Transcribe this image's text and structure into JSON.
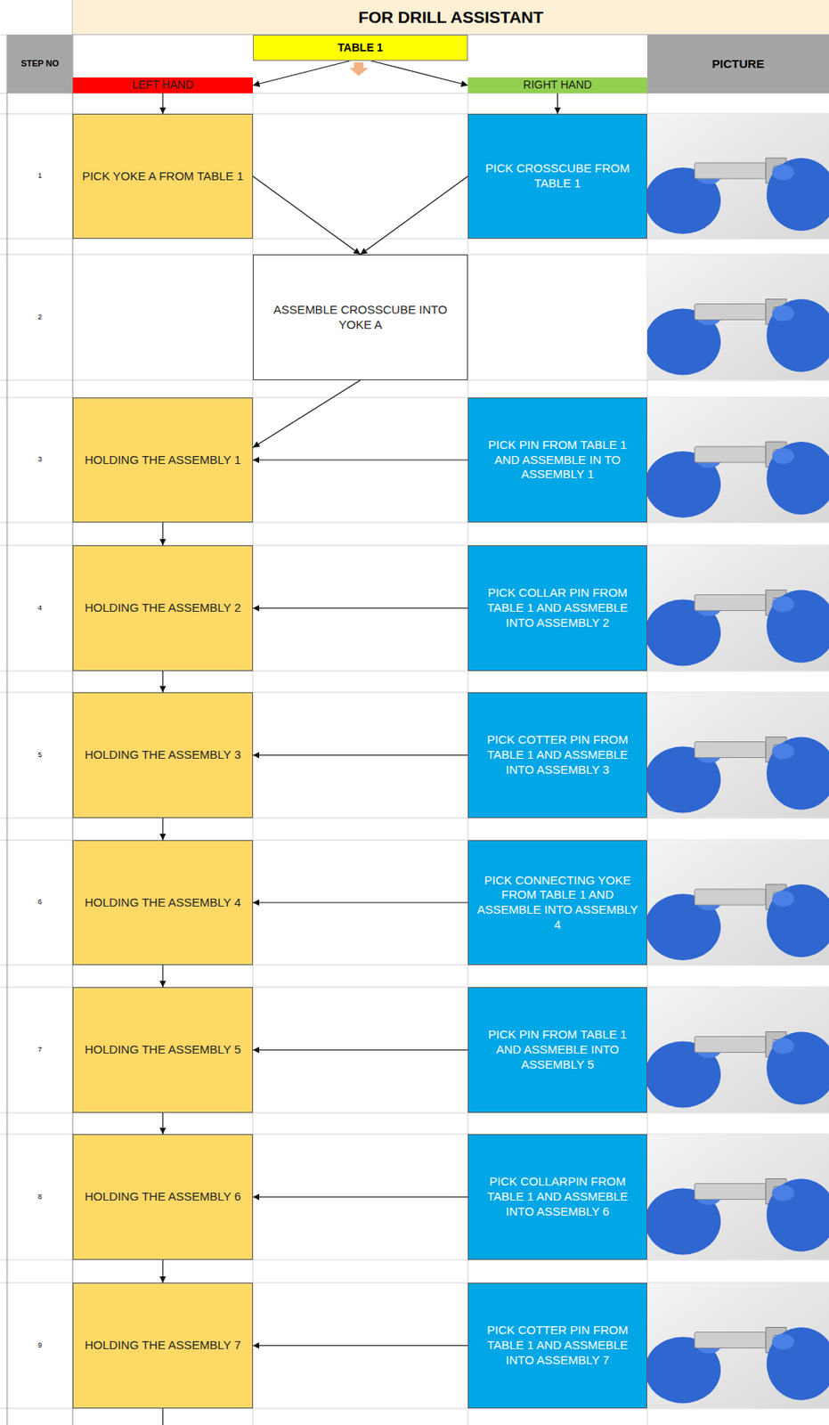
{
  "diagram": {
    "title": "FOR DRILL ASSISTANT",
    "nodes": [
      {
        "text": [
          "STEP NO"
        ]
      },
      {
        "text": [
          "TABLE 1"
        ]
      },
      {
        "text": [
          "PICTURE"
        ]
      },
      {
        "text": [
          "LEFT HAND"
        ]
      },
      {
        "text": [
          "RIGHT HAND"
        ]
      },
      {
        "text": [
          "PICK YOKE A FROM TABLE 1"
        ]
      },
      {
        "text": [
          "PICK CROSSCUBE FROM TABLE 1"
        ]
      },
      {
        "text": [
          "ASSEMBLE CROSSCUBE INTO YOKE A"
        ]
      },
      {
        "text": [
          "HOLDING THE ASSEMBLY 1"
        ]
      },
      {
        "text": [
          "PICK PIN FROM TABLE 1 AND ASSEMBLE IN TO ASSEMBLY 1"
        ]
      },
      {
        "text": [
          "HOLDING THE ASSEMBLY 2"
        ]
      },
      {
        "text": [
          "PICK COLLAR PIN FROM TABLE 1 AND ASSMEBLE INTO ASSEMBLY 2"
        ]
      },
      {
        "text": [
          "HOLDING THE ASSEMBLY 3"
        ]
      },
      {
        "text": [
          "PICK COTTER PIN FROM TABLE 1 AND ASSMEBLE INTO ASSEMBLY 3"
        ]
      },
      {
        "text": [
          "HOLDING THE ASSEMBLY 4"
        ]
      },
      {
        "text": [
          "PICK CONNECTING YOKE FROM TABLE 1 AND ASSEMBLE INTO ASSEMBLY 4"
        ]
      },
      {
        "text": [
          "HOLDING THE ASSEMBLY 5"
        ]
      },
      {
        "text": [
          "PICK PIN FROM TABLE 1 AND ASSMEBLE INTO ASSEMBLY 5"
        ]
      },
      {
        "text": [
          "HOLDING THE ASSEMBLY 6"
        ]
      },
      {
        "text": [
          "PICK COLLARPIN FROM TABLE 1 AND ASSMEBLE INTO ASSEMBLY 6"
        ]
      },
      {
        "text": [
          "HOLDING THE ASSEMBLY 7"
        ]
      },
      {
        "text": [
          "PICK COTTER PIN FROM TABLE 1 AND ASSMEBLE INTO ASSEMBLY 7"
        ]
      }
    ],
    "edges": [
      {
        "from": 1,
        "to": 3,
        "arrow": "to"
      },
      {
        "from": 1,
        "to": 4,
        "arrow": "to"
      },
      {
        "from": 3,
        "to": 5,
        "arrow": "to"
      },
      {
        "from": 4,
        "to": 6,
        "arrow": "to"
      },
      {
        "from": 5,
        "to": 7,
        "arrow": "to"
      },
      {
        "from": 6,
        "to": 7,
        "arrow": "to"
      },
      {
        "from": 7,
        "to": 8,
        "arrow": "to"
      },
      {
        "from": 9,
        "to": 8,
        "arrow": "to"
      },
      {
        "from": 8,
        "to": 10,
        "arrow": "to"
      },
      {
        "from": 11,
        "to": 10,
        "arrow": "to"
      },
      {
        "from": 10,
        "to": 12,
        "arrow": "to"
      },
      {
        "from": 13,
        "to": 12,
        "arrow": "to"
      },
      {
        "from": 12,
        "to": 14,
        "arrow": "to"
      },
      {
        "from": 15,
        "to": 14,
        "arrow": "to"
      },
      {
        "from": 14,
        "to": 16,
        "arrow": "to"
      },
      {
        "from": 17,
        "to": 16,
        "arrow": "to"
      },
      {
        "from": 16,
        "to": 18,
        "arrow": "to"
      },
      {
        "from": 19,
        "to": 18,
        "arrow": "to"
      },
      {
        "from": 18,
        "to": 20,
        "arrow": "to"
      },
      {
        "from": 21,
        "to": 20,
        "arrow": "to"
      }
    ],
    "labels": [
      "1",
      "2",
      "3",
      "4",
      "5",
      "6",
      "7",
      "8",
      "9"
    ]
  }
}
